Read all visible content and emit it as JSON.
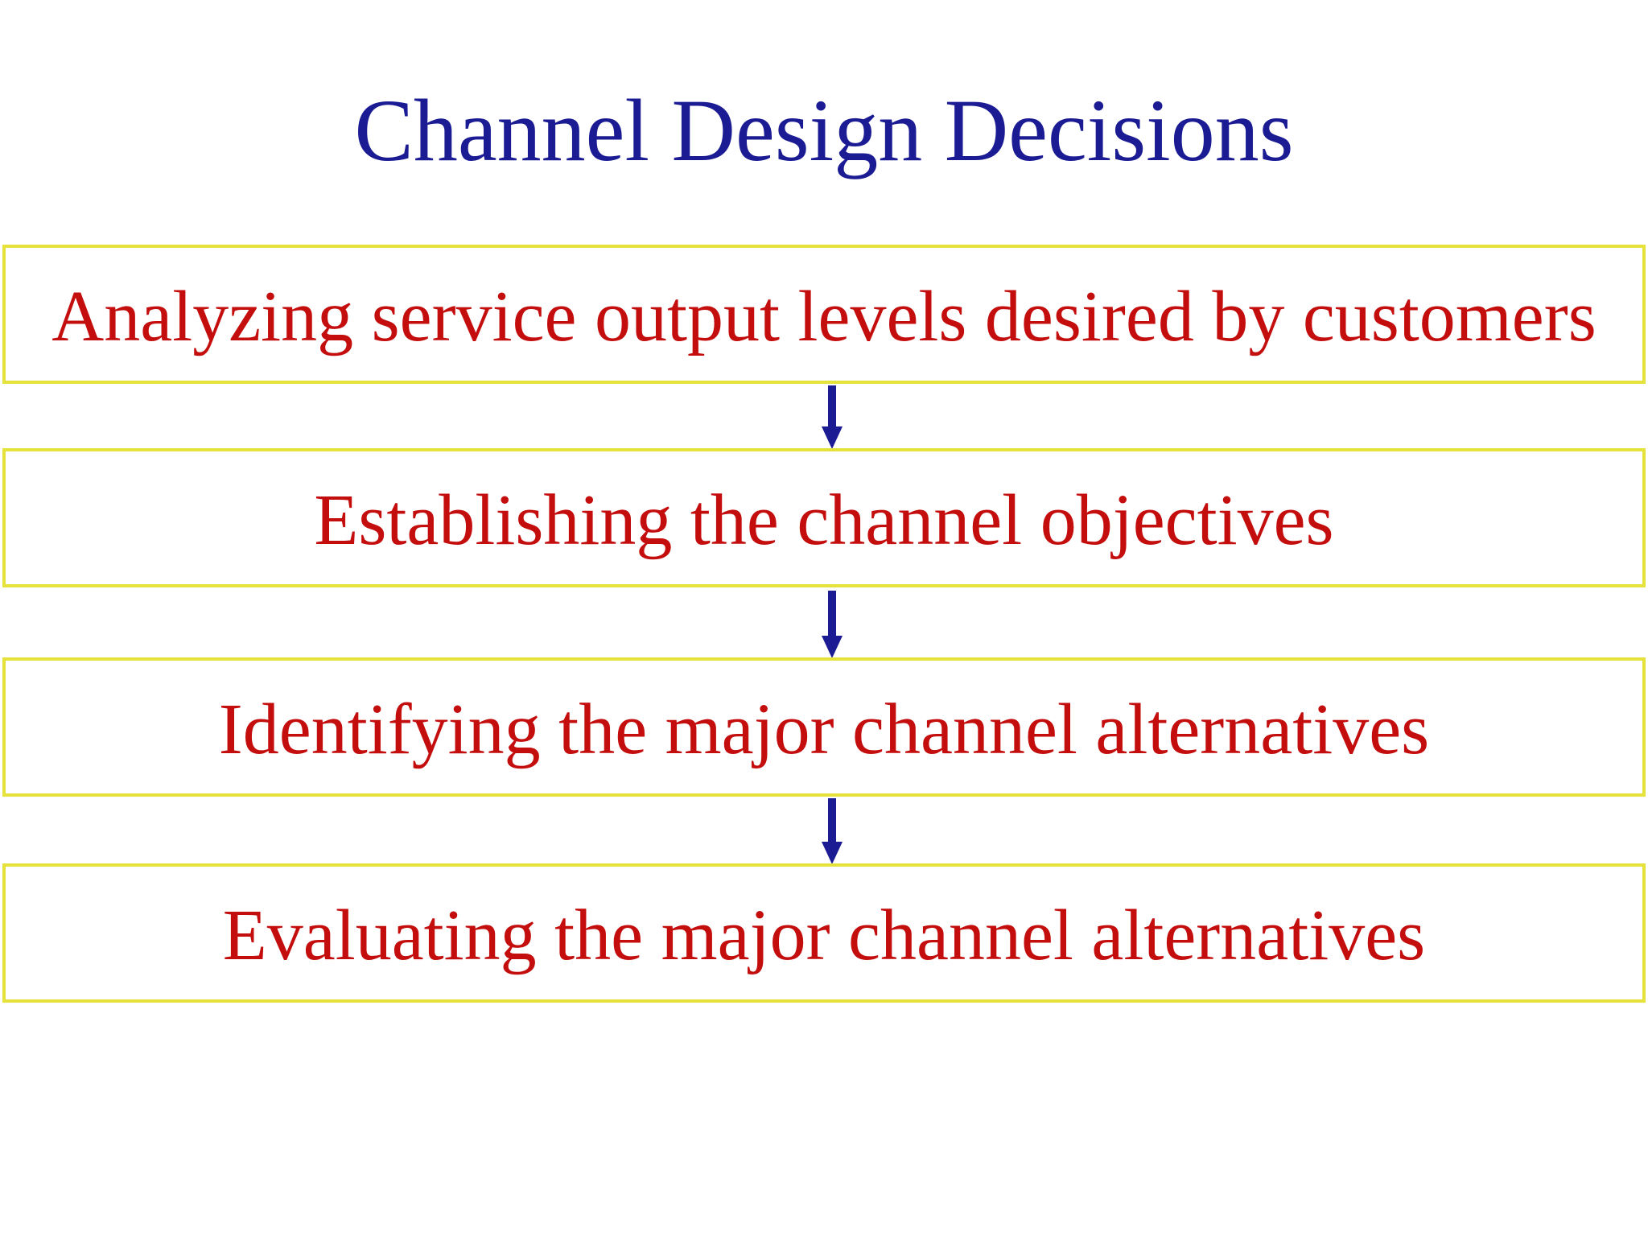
{
  "slide": {
    "title": "Channel Design Decisions",
    "steps": [
      {
        "label": "Analyzing service output levels desired by customers"
      },
      {
        "label": "Establishing the channel objectives"
      },
      {
        "label": "Identifying the major channel alternatives"
      },
      {
        "label": "Evaluating the major channel alternatives"
      }
    ],
    "colors": {
      "title_text": "#1b1b94",
      "step_text": "#c40e0e",
      "box_border": "#e4e23b",
      "box_fill": "#ffffff",
      "arrow": "#1b1b94",
      "background": "#ffffff"
    }
  }
}
